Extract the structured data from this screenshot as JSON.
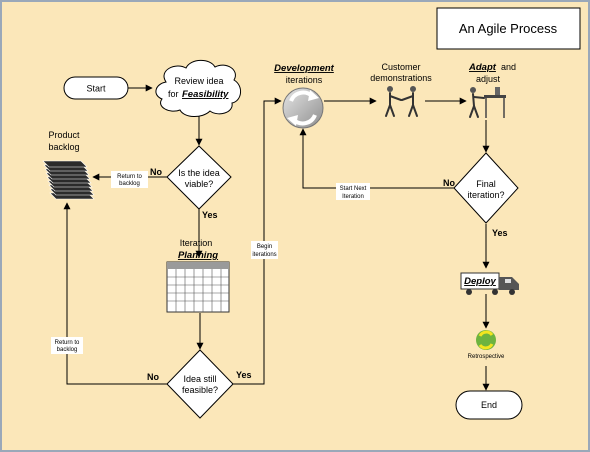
{
  "title": "An Agile Process",
  "colors": {
    "background": "#fbe7b9",
    "border": "#9aa8b9",
    "shape_fill": "#ffffff",
    "line": "#000000"
  },
  "nodes": {
    "start": "Start",
    "review_line1": "Review idea",
    "review_for": "for",
    "review_strong": "Feasibility",
    "viable_line1": "Is the idea",
    "viable_line2": "viable?",
    "product_backlog_line1": "Product",
    "product_backlog_line2": "backlog",
    "iteration_label": "Iteration",
    "planning": "Planning",
    "still_line1": "Idea still",
    "still_line2": "feasible?",
    "development": "Development",
    "development_sub": "iterations",
    "customer_line1": "Customer",
    "customer_line2": "demonstrations",
    "adapt": "Adapt",
    "adapt_and": "and",
    "adapt_line2": "adjust",
    "final_line1": "Final",
    "final_line2": "iteration?",
    "deploy": "Deploy",
    "retrospective": "Retrospective",
    "end": "End"
  },
  "edge_labels": {
    "no_viable": "No",
    "yes_viable": "Yes",
    "return_backlog_1_line1": "Return to",
    "return_backlog_1_line2": "backlog",
    "return_backlog_2_line1": "Return to",
    "return_backlog_2_line2": "backlog",
    "no_still": "No",
    "yes_still": "Yes",
    "begin_line1": "Begin",
    "begin_line2": "iterations",
    "no_final": "No",
    "yes_final": "Yes",
    "start_next_line1": "Start Next",
    "start_next_line2": "Iteration"
  },
  "icons": {
    "backlog": "paper-stack-icon",
    "planning": "calendar-grid-icon",
    "development": "cycle-arrows-icon",
    "customer": "people-handshake-icon",
    "adapt": "person-at-workbench-icon",
    "deploy": "truck-icon",
    "retrospective": "recycle-icon"
  }
}
